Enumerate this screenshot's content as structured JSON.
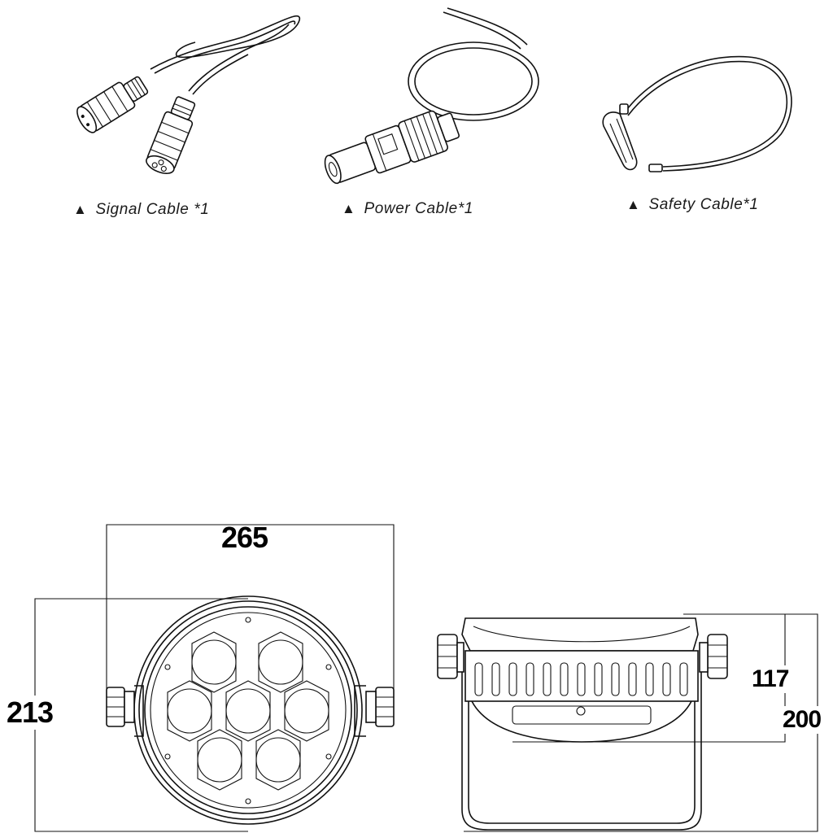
{
  "accessories": [
    {
      "marker": "▲",
      "label": "Signal Cable *1"
    },
    {
      "marker": "▲",
      "label": "Power Cable*1"
    },
    {
      "marker": "▲",
      "label": "Safety Cable*1"
    }
  ],
  "dimensions": {
    "width": "265",
    "front_height": "213",
    "side_inner": "117",
    "side_total": "200"
  }
}
